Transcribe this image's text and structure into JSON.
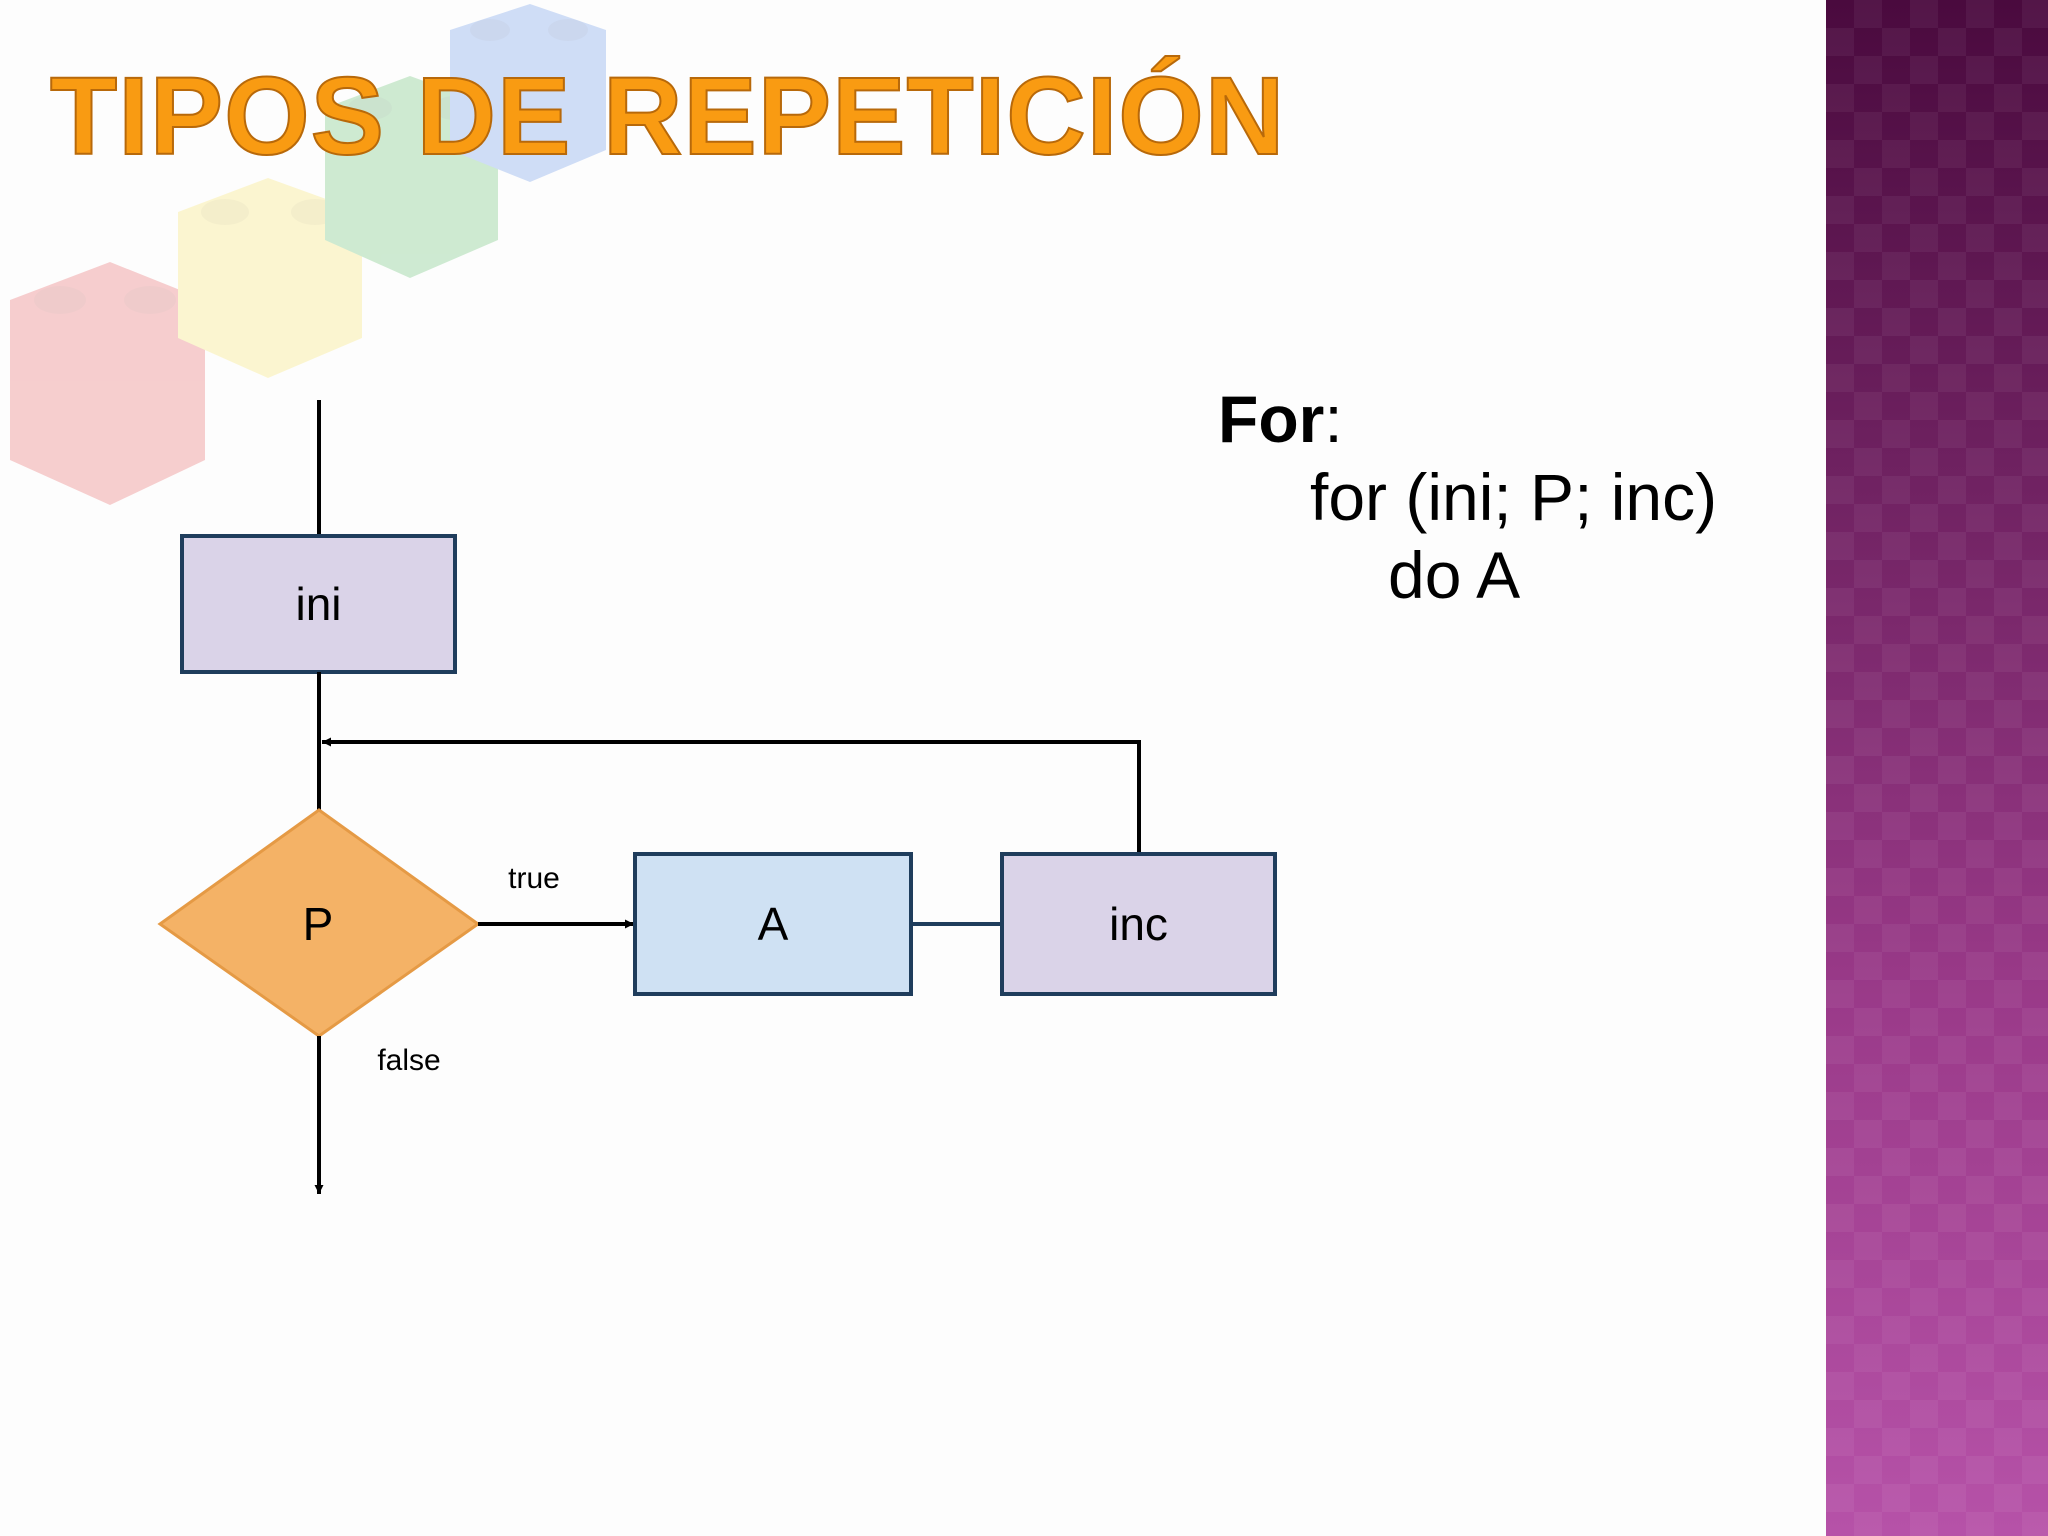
{
  "slide": {
    "title": "TIPOS DE REPETICIÓN"
  },
  "code": {
    "keyword": "For",
    "colon": ":",
    "line2": "for (ini; P; inc)",
    "line3": "do A"
  },
  "flowchart": {
    "nodes": {
      "ini": "ini",
      "p": "P",
      "a": "A",
      "inc": "inc"
    },
    "edge_labels": {
      "true": "true",
      "false": "false"
    }
  },
  "colors": {
    "title": "#f99b12",
    "process_fill": "#dad3e8",
    "action_fill": "#cfe1f3",
    "decision_fill": "#f4b266",
    "node_border": "#1f3d5c",
    "side_band": "#9a3a89"
  }
}
